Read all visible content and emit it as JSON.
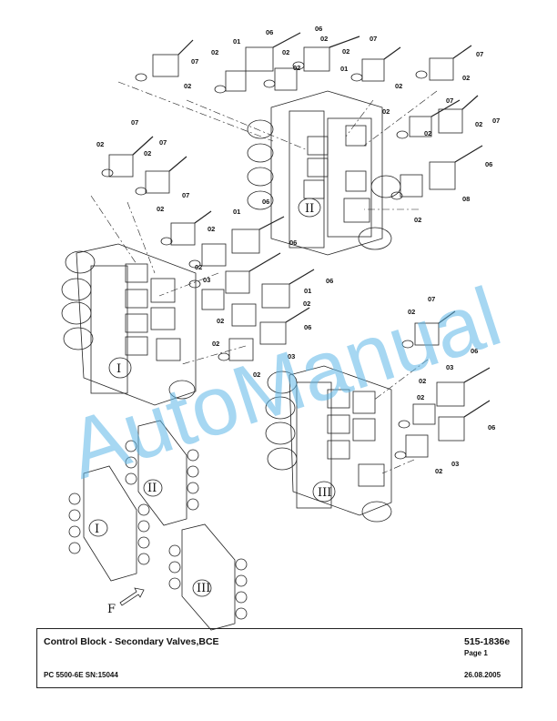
{
  "watermark": "AutoManual",
  "title_block": {
    "title": "Control Block - Secondary Valves,BCE",
    "doc_number": "515-1836e",
    "page": "Page 1",
    "model": "PC 5500-6E SN:15044",
    "date": "26.08.2005"
  },
  "direction_label": "F",
  "roman_labels": [
    "I",
    "II",
    "III"
  ],
  "callouts": [
    "01",
    "02",
    "03",
    "06",
    "07",
    "08"
  ]
}
